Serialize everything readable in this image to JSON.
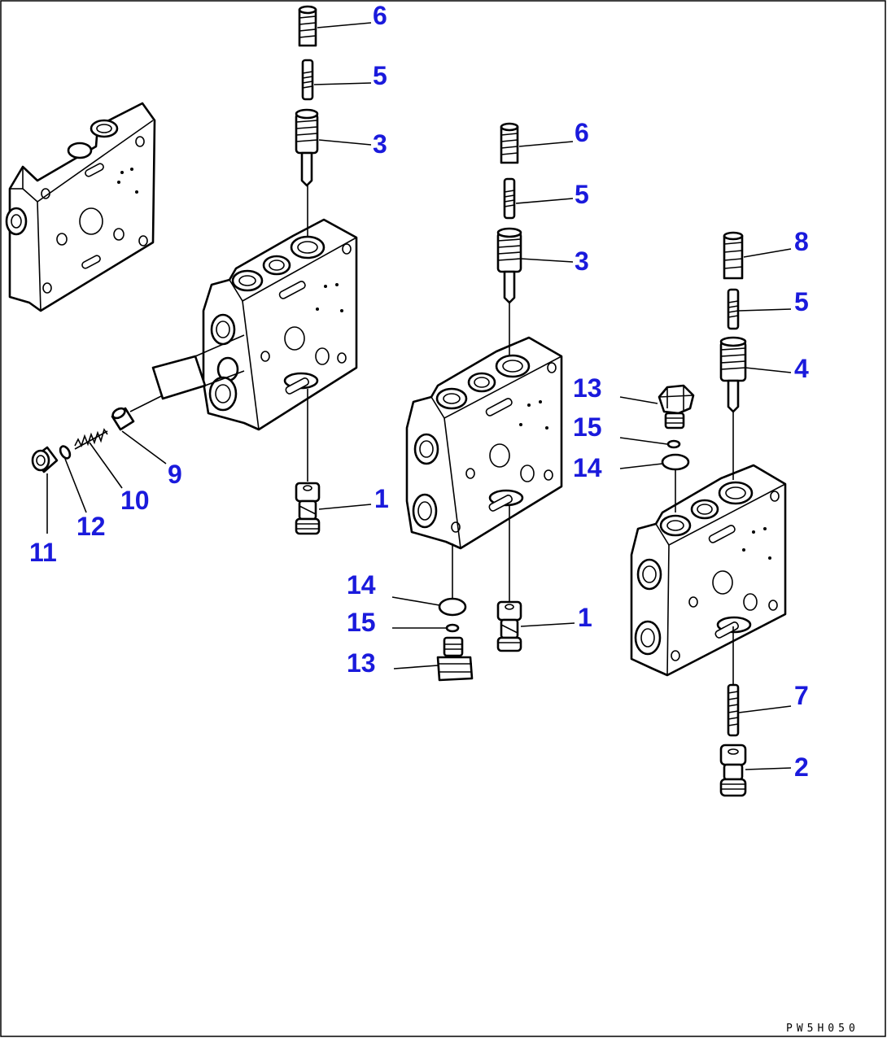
{
  "callouts": {
    "c1": "6",
    "c2": "5",
    "c3": "3",
    "c4": "6",
    "c5": "5",
    "c6": "3",
    "c7": "8",
    "c8": "5",
    "c9": "4",
    "c10": "13",
    "c11": "15",
    "c12": "14",
    "c13": "9",
    "c14": "10",
    "c15": "12",
    "c16": "11",
    "c17": "1",
    "c18": "14",
    "c19": "15",
    "c20": "13",
    "c21": "1",
    "c22": "7",
    "c23": "2"
  },
  "drawing_code": "PW5H050",
  "colors": {
    "callout": "#1a1adc",
    "line": "#000000",
    "background": "#ffffff"
  }
}
